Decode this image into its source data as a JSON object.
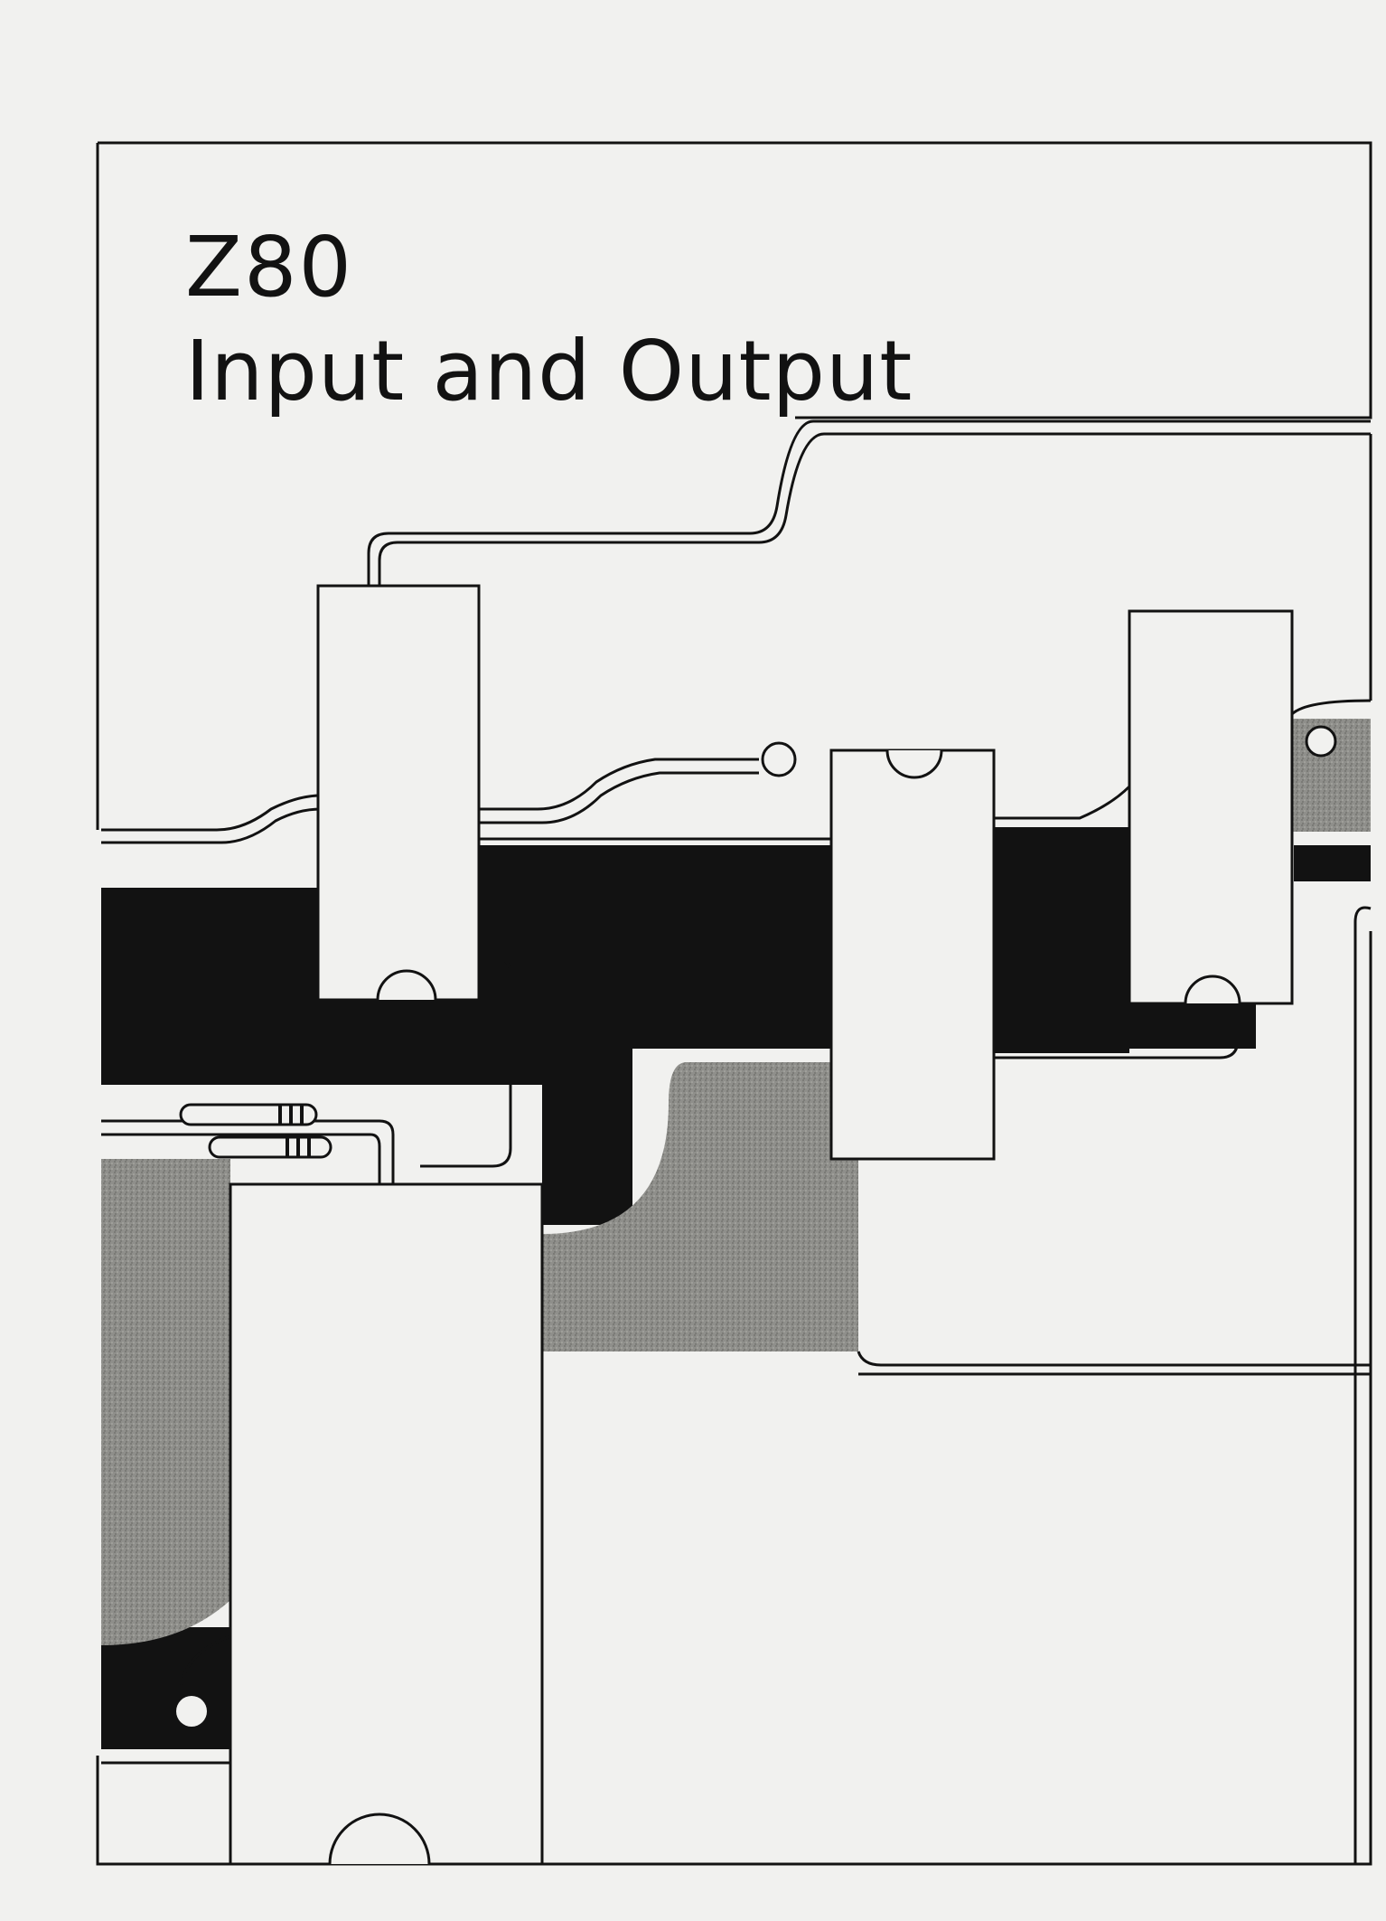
{
  "cover": {
    "title_line_1": "Z80",
    "title_line_2": "Input and Output"
  },
  "colors": {
    "paper": "#f1f1ef",
    "ink": "#121212",
    "board_gray": "#8a8a86"
  },
  "illustration": {
    "subject": "printed circuit board",
    "chips": 4,
    "resistors": 2
  }
}
